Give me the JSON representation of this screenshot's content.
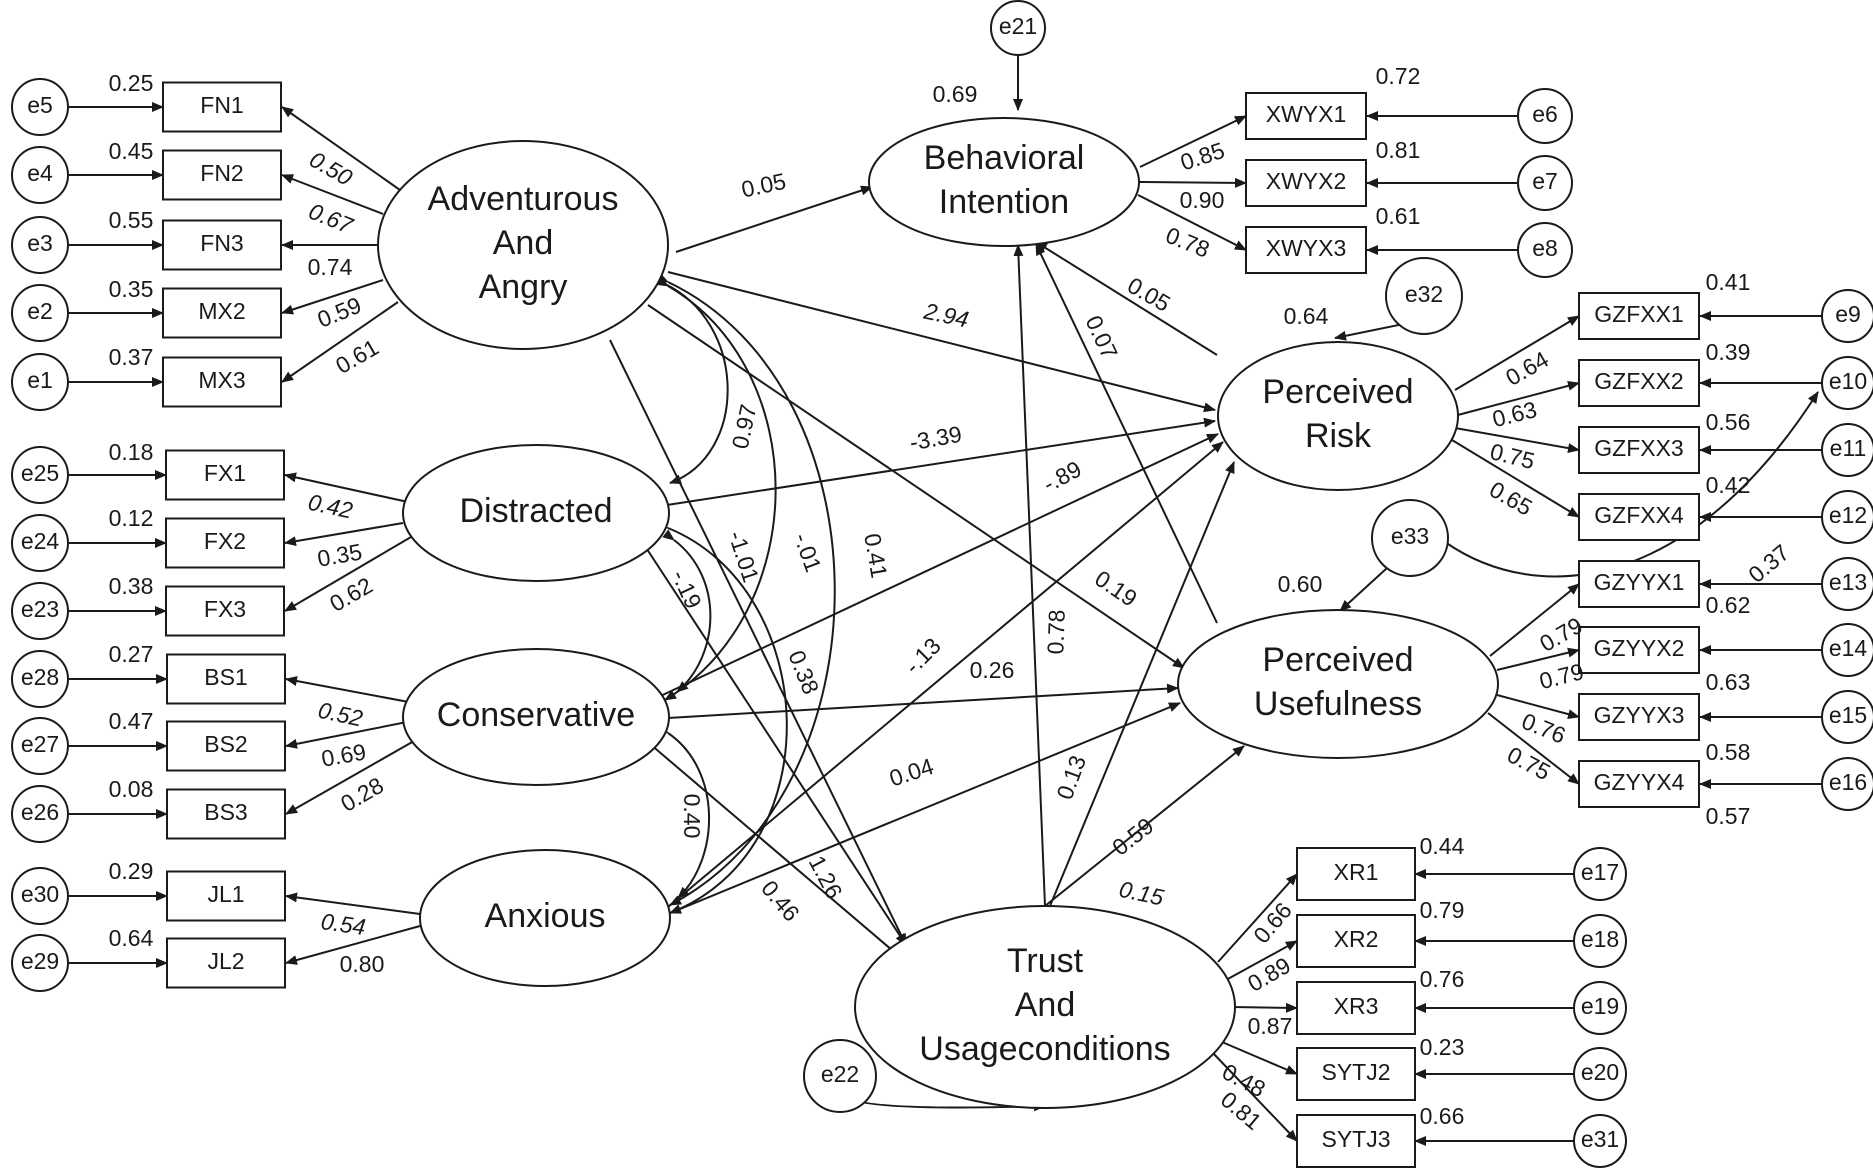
{
  "latent": {
    "adv": [
      "Adventurous",
      "And",
      "Angry"
    ],
    "dis": [
      "Distracted"
    ],
    "con": [
      "Conservative"
    ],
    "anx": [
      "Anxious"
    ],
    "bi": [
      "Behavioral",
      "Intention"
    ],
    "pr": [
      "Perceived",
      "Risk"
    ],
    "pu": [
      "Perceived",
      "Usefulness"
    ],
    "tu": [
      "Trust",
      "And",
      "Usageconditions"
    ]
  },
  "indicators": {
    "FN1": "FN1",
    "FN2": "FN2",
    "FN3": "FN3",
    "MX2": "MX2",
    "MX3": "MX3",
    "FX1": "FX1",
    "FX2": "FX2",
    "FX3": "FX3",
    "BS1": "BS1",
    "BS2": "BS2",
    "BS3": "BS3",
    "JL1": "JL1",
    "JL2": "JL2",
    "XWYX1": "XWYX1",
    "XWYX2": "XWYX2",
    "XWYX3": "XWYX3",
    "GZFXX1": "GZFXX1",
    "GZFXX2": "GZFXX2",
    "GZFXX3": "GZFXX3",
    "GZFXX4": "GZFXX4",
    "GZYYX1": "GZYYX1",
    "GZYYX2": "GZYYX2",
    "GZYYX3": "GZYYX3",
    "GZYYX4": "GZYYX4",
    "XR1": "XR1",
    "XR2": "XR2",
    "XR3": "XR3",
    "SYTJ2": "SYTJ2",
    "SYTJ3": "SYTJ3"
  },
  "errors": {
    "e1": "e1",
    "e2": "e2",
    "e3": "e3",
    "e4": "e4",
    "e5": "e5",
    "e6": "e6",
    "e7": "e7",
    "e8": "e8",
    "e9": "e9",
    "e10": "e10",
    "e11": "e11",
    "e12": "e12",
    "e13": "e13",
    "e14": "e14",
    "e15": "e15",
    "e16": "e16",
    "e17": "e17",
    "e18": "e18",
    "e19": "e19",
    "e20": "e20",
    "e21": "e21",
    "e22": "e22",
    "e23": "e23",
    "e24": "e24",
    "e25": "e25",
    "e26": "e26",
    "e27": "e27",
    "e28": "e28",
    "e29": "e29",
    "e30": "e30",
    "e31": "e31",
    "e32": "e32",
    "e33": "e33"
  },
  "squared_multiple_correlations": {
    "FN1": "0.25",
    "FN2": "0.45",
    "FN3": "0.55",
    "MX2": "0.35",
    "MX3": "0.37",
    "FX1": "0.18",
    "FX2": "0.12",
    "FX3": "0.38",
    "BS1": "0.27",
    "BS2": "0.47",
    "BS3": "0.08",
    "JL1": "0.29",
    "JL2": "0.64",
    "XWYX1": "0.72",
    "XWYX2": "0.81",
    "XWYX3": "0.61",
    "GZFXX1": "0.41",
    "GZFXX2": "0.39",
    "GZFXX3": "0.56",
    "GZFXX4": "0.42",
    "GZYYX1": "0.62",
    "GZYYX2": "0.63",
    "GZYYX3": "0.58",
    "GZYYX4": "0.57",
    "XR1": "0.44",
    "XR2": "0.79",
    "XR3": "0.76",
    "SYTJ2": "0.23",
    "SYTJ3": "0.66",
    "bi": "0.69",
    "pr": "0.64",
    "pu": "0.60"
  },
  "loadings": {
    "FN1": "0.50",
    "FN2": "0.67",
    "FN3": "0.74",
    "MX2": "0.59",
    "MX3": "0.61",
    "FX1": "0.42",
    "FX2": "0.35",
    "FX3": "0.62",
    "BS1": "0.52",
    "BS2": "0.69",
    "BS3": "0.28",
    "JL1": "0.54",
    "JL2": "0.80",
    "XWYX1": "0.85",
    "XWYX2": "0.90",
    "XWYX3": "0.78",
    "GZFXX1": "0.64",
    "GZFXX2": "0.63",
    "GZFXX3": "0.75",
    "GZFXX4": "0.65",
    "GZYYX1": "0.79",
    "GZYYX2": "0.79",
    "GZYYX3": "0.76",
    "GZYYX4": "0.75",
    "XR1": "0.66",
    "XR2": "0.89",
    "XR3": "0.87",
    "SYTJ2": "0.48",
    "SYTJ3": "0.81"
  },
  "paths": {
    "adv_bi": "0.05",
    "adv_pr": "2.94",
    "adv_pu": "0.19",
    "dis_pr": "-3.39",
    "con_pr": "-.89",
    "anx_pr": "-.13",
    "con_pu": "0.26",
    "anx_pu": "0.04",
    "pr_bi": "0.05",
    "pu_bi": "0.07",
    "tu_bi": "0.78",
    "tu_pr": "0.13",
    "tu_pu": "0.59",
    "adv_tu": "1.26",
    "dis_tu": "0.38",
    "con_tu": "0.46",
    "tu_extra": "0.15"
  },
  "covariances": {
    "adv_dis": "0.97",
    "adv_con": "-.01",
    "adv_anx": "0.41",
    "dis_con": "-.19",
    "dis_anx": "-1.01",
    "con_anx": "0.40",
    "e10_e13": "0.37"
  }
}
